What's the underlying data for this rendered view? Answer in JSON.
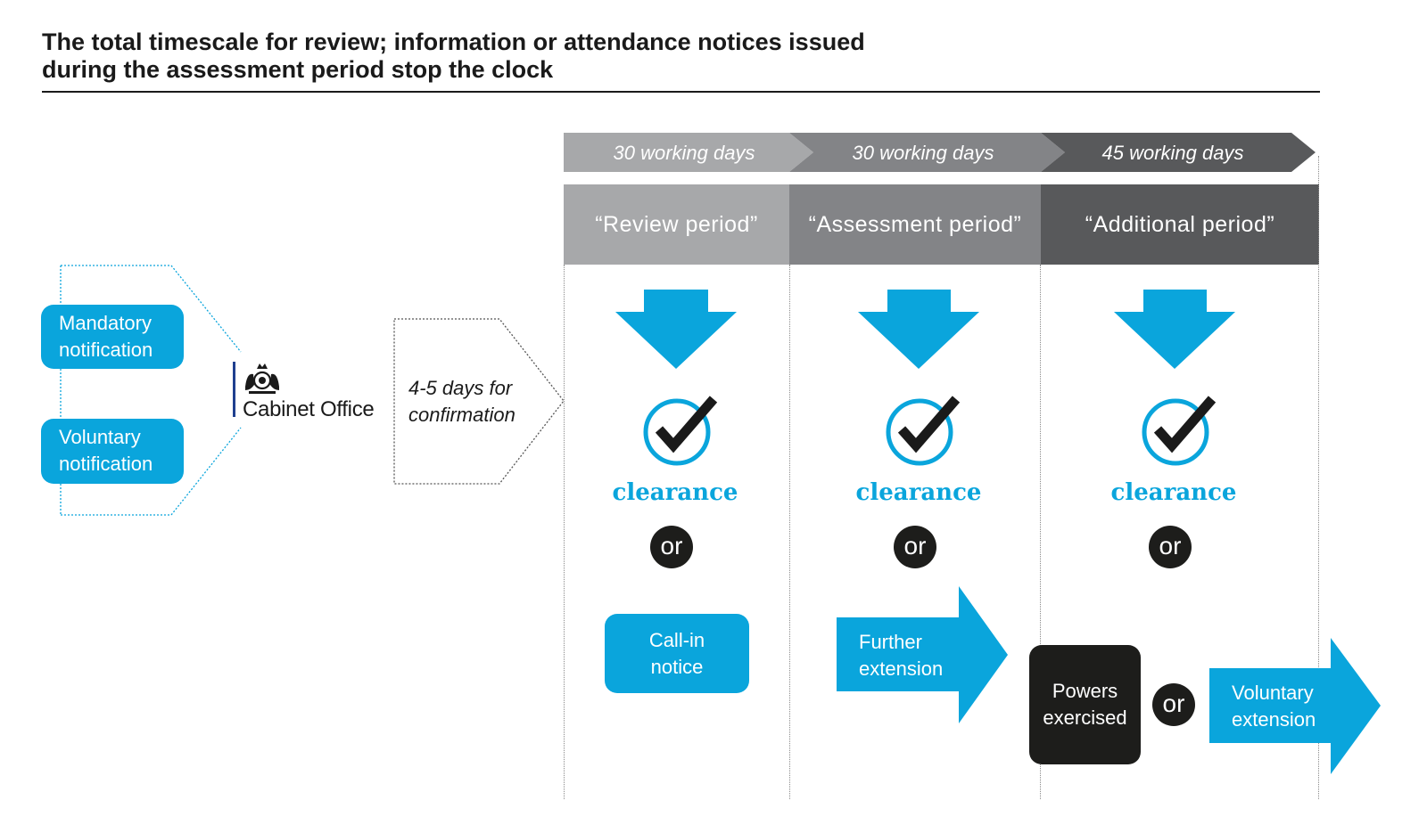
{
  "title": {
    "line1": "The total timescale for review; information or attendance notices issued",
    "line2": "during the assessment period stop the clock"
  },
  "notifications": {
    "mandatory_line1": "Mandatory",
    "mandatory_line2": "notification",
    "voluntary_line1": "Voluntary",
    "voluntary_line2": "notification"
  },
  "cabinet_office": {
    "label": "Cabinet Office",
    "crest_icon": "royal-crest-icon",
    "bar_color": "#1f3f8f"
  },
  "confirmation": {
    "line1": "4-5 days for",
    "line2": "confirmation"
  },
  "periods": [
    {
      "days": "30 working days",
      "name": "“Review period”",
      "color": "#a7a8aa"
    },
    {
      "days": "30 working days",
      "name": "“Assessment period”",
      "color": "#838487"
    },
    {
      "days": "45 working days",
      "name": "“Additional period”",
      "color": "#58595b"
    }
  ],
  "outcomes": {
    "clearance": "clearance",
    "or": "or",
    "call_in_line1": "Call-in",
    "call_in_line2": "notice",
    "further_line1": "Further",
    "further_line2": "extension",
    "powers_line1": "Powers",
    "powers_line2": "exercised",
    "voluntary_ext_line1": "Voluntary",
    "voluntary_ext_line2": "extension"
  },
  "colors": {
    "accent": "#0aa5dc",
    "dark": "#1d1d1b"
  }
}
